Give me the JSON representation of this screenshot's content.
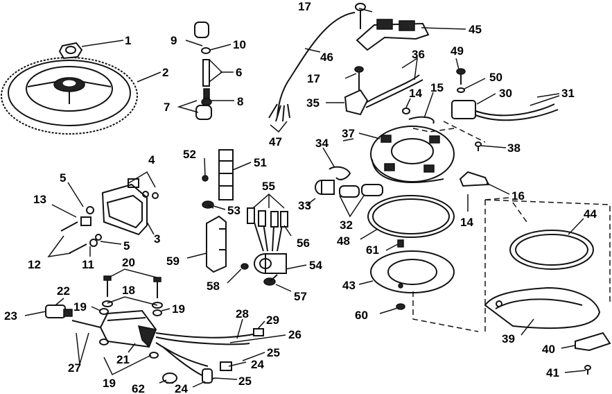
{
  "labels": [
    "1",
    "2",
    "3",
    "4",
    "5",
    "5",
    "6",
    "7",
    "8",
    "9",
    "10",
    "11",
    "12",
    "13",
    "14",
    "14",
    "15",
    "16",
    "17",
    "17",
    "18",
    "19",
    "19",
    "19",
    "20",
    "21",
    "22",
    "23",
    "24",
    "24",
    "25",
    "25",
    "26",
    "27",
    "28",
    "29",
    "30",
    "31",
    "32",
    "33",
    "34",
    "35",
    "36",
    "37",
    "38",
    "39",
    "40",
    "41",
    "43",
    "44",
    "45",
    "46",
    "47",
    "48",
    "49",
    "50",
    "51",
    "52",
    "53",
    "54",
    "55",
    "56",
    "57",
    "58",
    "59",
    "60",
    "61",
    "62"
  ]
}
